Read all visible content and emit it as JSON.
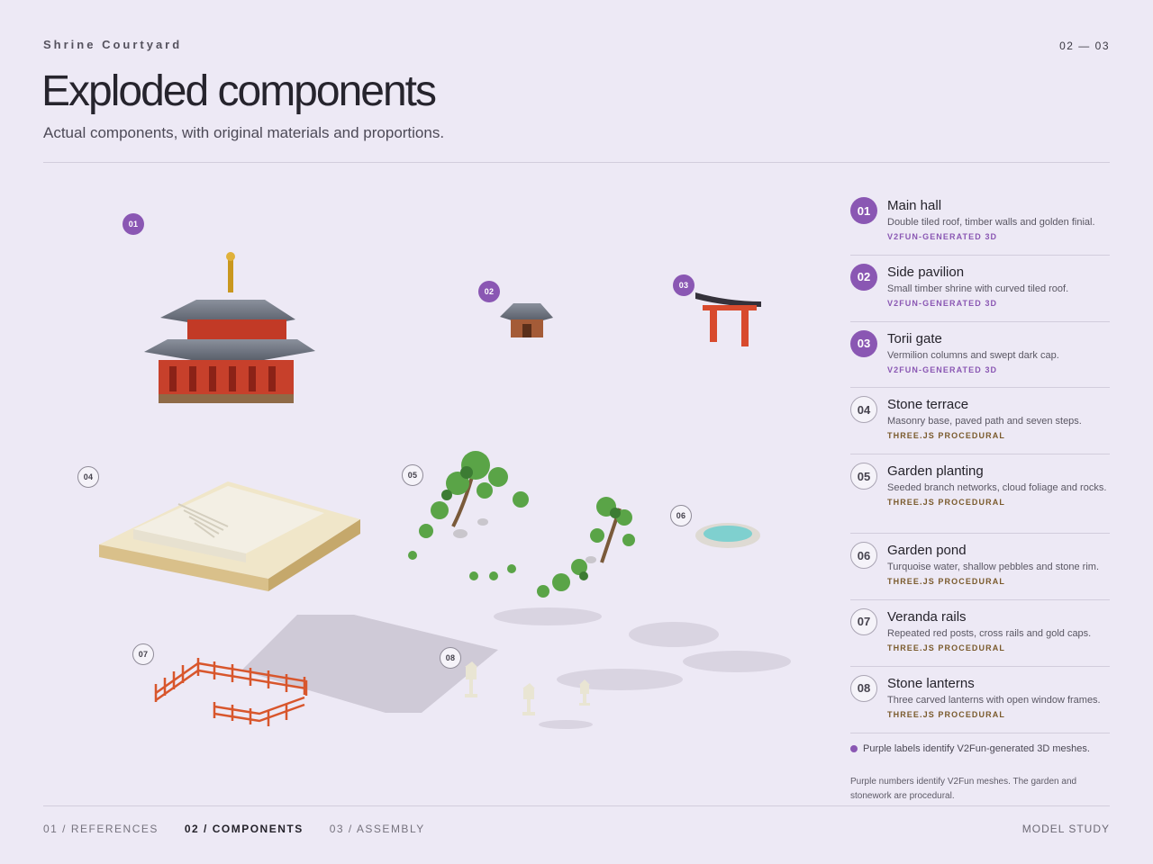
{
  "header": {
    "eyebrow": "Shrine Courtyard",
    "page_count": "02 — 03",
    "title": "Exploded components",
    "subtitle": "Actual components, with original materials and proportions."
  },
  "scene_markers": [
    "01",
    "02",
    "03",
    "04",
    "05",
    "06",
    "07",
    "08"
  ],
  "components": [
    {
      "num": "01",
      "name": "Main hall",
      "desc": "Double tiled roof, timber walls and golden finial.",
      "tag": "V2FUN-GENERATED 3D",
      "source": "v2fun"
    },
    {
      "num": "02",
      "name": "Side pavilion",
      "desc": "Small timber shrine with curved tiled roof.",
      "tag": "V2FUN-GENERATED 3D",
      "source": "v2fun"
    },
    {
      "num": "03",
      "name": "Torii gate",
      "desc": "Vermilion columns and swept dark cap.",
      "tag": "V2FUN-GENERATED 3D",
      "source": "v2fun"
    },
    {
      "num": "04",
      "name": "Stone terrace",
      "desc": "Masonry base, paved path and seven steps.",
      "tag": "THREE.JS PROCEDURAL",
      "source": "procedural"
    },
    {
      "num": "05",
      "name": "Garden planting",
      "desc": "Seeded branch networks, cloud foliage and rocks.",
      "tag": "THREE.JS PROCEDURAL",
      "source": "procedural"
    },
    {
      "num": "06",
      "name": "Garden pond",
      "desc": "Turquoise water, shallow pebbles and stone rim.",
      "tag": "THREE.JS PROCEDURAL",
      "source": "procedural"
    },
    {
      "num": "07",
      "name": "Veranda rails",
      "desc": "Repeated red posts, cross rails and gold caps.",
      "tag": "THREE.JS PROCEDURAL",
      "source": "procedural"
    },
    {
      "num": "08",
      "name": "Stone lanterns",
      "desc": "Three carved lanterns with open window frames.",
      "tag": "THREE.JS PROCEDURAL",
      "source": "procedural"
    }
  ],
  "note": "Purple labels identify V2Fun-generated 3D meshes.",
  "footnote": "Purple numbers identify V2Fun meshes. The garden and stonework are procedural.",
  "nav": {
    "items": [
      "01 / REFERENCES",
      "02 / COMPONENTS",
      "03 / ASSEMBLY"
    ],
    "active_index": 1
  },
  "footer_right": "MODEL STUDY",
  "colors": {
    "background": "#ede9f5",
    "v2fun_accent": "#8a57b3",
    "procedural_tag": "#7a5a2c",
    "vermilion": "#d8452a",
    "foliage": "#5aa447",
    "pond_water": "#7fd0cf"
  }
}
